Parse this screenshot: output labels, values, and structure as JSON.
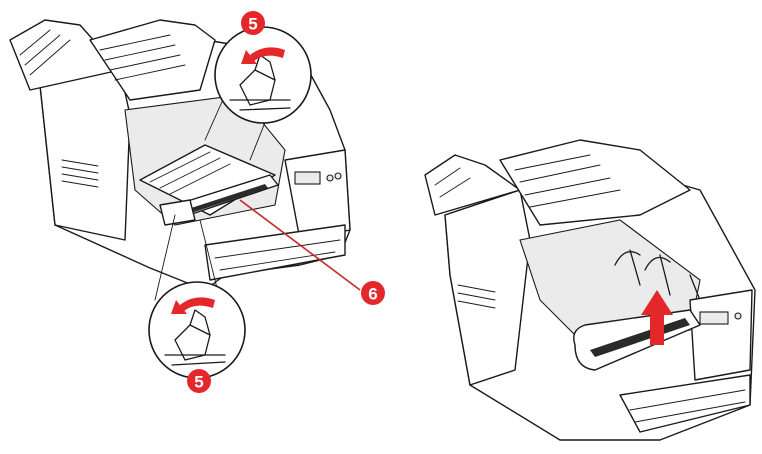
{
  "figure": {
    "left_panel": {
      "callouts": [
        {
          "label": "5",
          "target": "top-latch-detail"
        },
        {
          "label": "5",
          "target": "bottom-latch-detail"
        },
        {
          "label": "6",
          "target": "belt-unit-handle"
        }
      ]
    },
    "right_panel": {
      "arrow_direction": "up"
    },
    "colors": {
      "accent_red": "#e3272b",
      "outline": "#1a1a1a",
      "background": "#ffffff"
    },
    "icons": [
      "rotate-arrow-icon",
      "rotate-arrow-icon",
      "lift-up-arrow-icon"
    ]
  }
}
